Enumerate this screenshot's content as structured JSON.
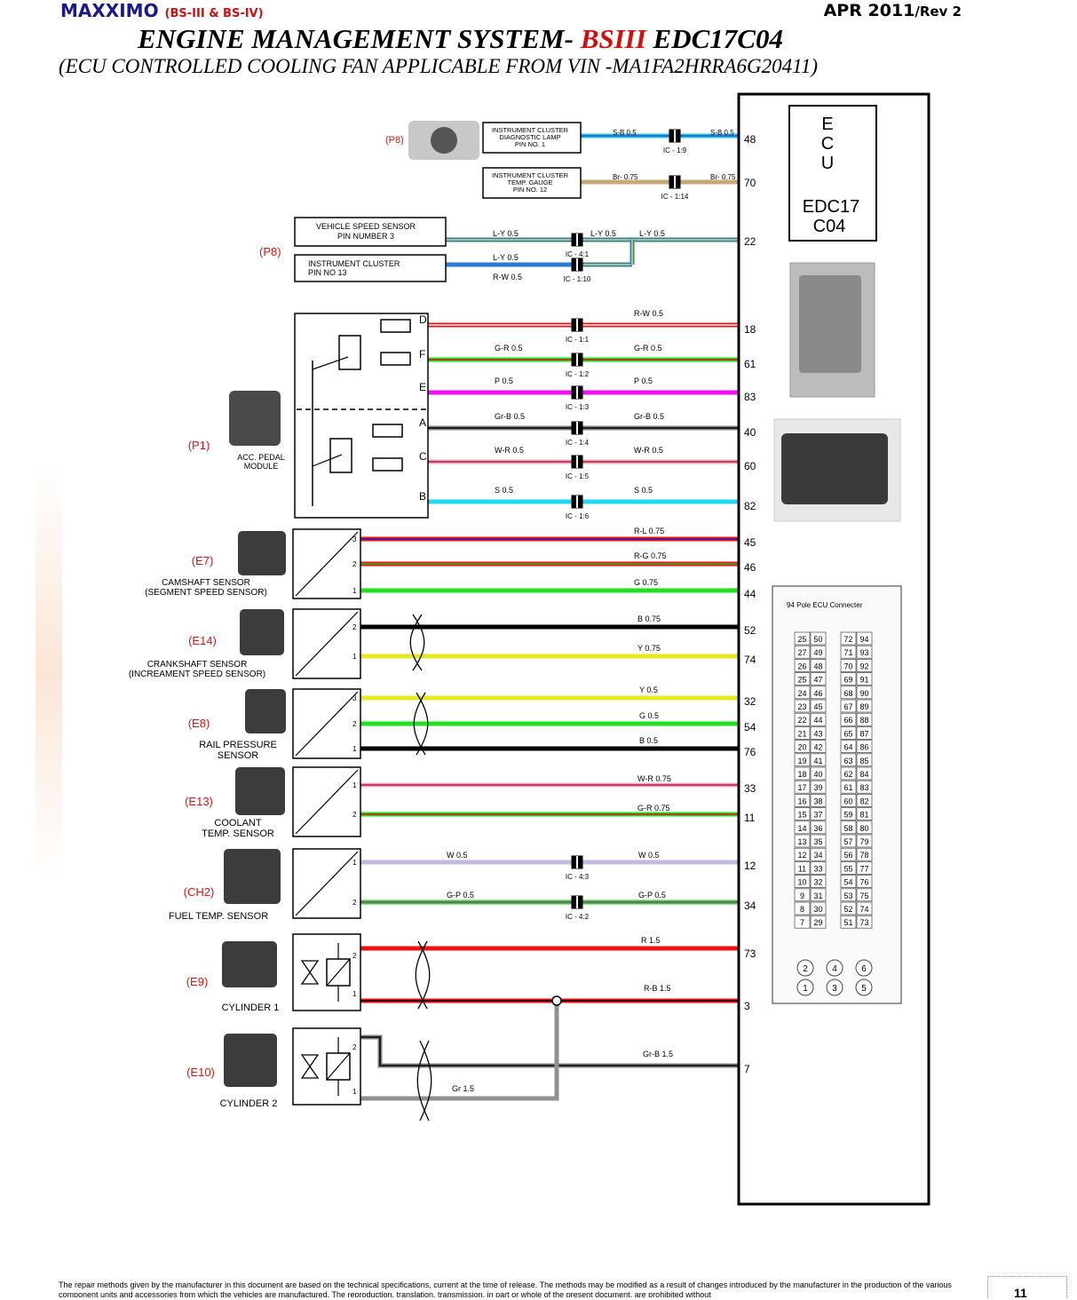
{
  "header": {
    "brand": "MAXXIMO",
    "brand_sub": "(BS-III & BS-IV)",
    "date": "APR 2011",
    "rev": "/Rev 2",
    "title_pre": "ENGINE MANAGEMENT SYSTEM-",
    "title_red": "BSIII",
    "title_post": "EDC17C04",
    "subtitle": "(ECU CONTROLLED COOLING FAN APPLICABLE FROM VIN -MA1FA2HRRA6G20411)"
  },
  "ecu": {
    "e": "E",
    "c": "C",
    "u": "U",
    "model_1": "EDC17",
    "model_2": "C04",
    "connector_title": "94 Pole ECU Connecter"
  },
  "components": {
    "p8_top": "(P8)",
    "cluster_diag": [
      "INSTRUMENT CLUSTER",
      "DIAGNOSTIC LAMP",
      "PIN NO. 1"
    ],
    "cluster_temp": [
      "INSTRUMENT CLUSTER",
      "TEMP. GAUGE",
      "PIN NO. 12"
    ],
    "vss": [
      "VEHICLE SPEED SENSOR",
      "PIN NUMBER 3"
    ],
    "p8_mid": "(P8)",
    "cluster13": [
      "INSTRUMENT CLUSTER",
      "PIN NO 13"
    ],
    "p1": "(P1)",
    "pedal": [
      "ACC. PEDAL",
      "MODULE"
    ],
    "e7": "(E7)",
    "cam": [
      "CAMSHAFT SENSOR",
      "(SEGMENT SPEED SENSOR)"
    ],
    "e14": "(E14)",
    "crank": [
      "CRANKSHAFT SENSOR",
      "(INCREAMENT SPEED SENSOR)"
    ],
    "e8": "(E8)",
    "rail": [
      "RAIL PRESSURE",
      "SENSOR"
    ],
    "e13": "(E13)",
    "coolant": [
      "COOLANT",
      "TEMP. SENSOR"
    ],
    "ch2": "(CH2)",
    "fuel": "FUEL TEMP. SENSOR",
    "e9": "(E9)",
    "cyl1": "CYLINDER 1",
    "e10": "(E10)",
    "cyl2": "CYLINDER 2"
  },
  "pedal_pins": [
    "D",
    "F",
    "E",
    "A",
    "C",
    "B"
  ],
  "wires": [
    {
      "pin": "48",
      "left": "S-B 0.5",
      "right": "S-B 0.5",
      "ic": "IC - 1:9",
      "color": "#20c8e8",
      "stripe": "#3050c0"
    },
    {
      "pin": "70",
      "left": "Br- 0.75",
      "right": "Br- 0.75",
      "ic": "IC - 1:14",
      "color": "#c8a878",
      "stripe": ""
    },
    {
      "pin": "22",
      "left": "L-Y 0.5",
      "mid": "L-Y 0.5",
      "right": "L-Y 0.5",
      "ic": "IC - 4:1",
      "color": "#2a7ad8",
      "stripe": "#e0e020"
    },
    {
      "pin": "",
      "left": "L-Y 0.5",
      "ic": "IC - 1:10",
      "color": "#2a7ad8",
      "stripe": "#e0e020"
    },
    {
      "pin": "",
      "left": "R-W 0.5",
      "color": "#2a7ad8",
      "stripe": ""
    },
    {
      "pin": "18",
      "right": "R-W 0.5",
      "ic": "IC - 1:1",
      "color": "#f01010",
      "stripe": "#ffffff"
    },
    {
      "pin": "61",
      "left": "G-R 0.5",
      "right": "G-R 0.5",
      "ic": "IC - 1:2",
      "color": "#20e020",
      "stripe": "#e01010"
    },
    {
      "pin": "83",
      "left": "P 0.5",
      "right": "P 0.5",
      "ic": "IC - 1:3",
      "color": "#f010f0",
      "stripe": ""
    },
    {
      "pin": "40",
      "left": "Gr-B 0.5",
      "right": "Gr-B 0.5",
      "ic": "IC - 1:4",
      "color": "#808080",
      "stripe": "#000000"
    },
    {
      "pin": "60",
      "left": "W-R 0.5",
      "right": "W-R 0.5",
      "ic": "IC - 1:5",
      "color": "#d8b0d8",
      "stripe": "#e01010"
    },
    {
      "pin": "82",
      "left": "S 0.5",
      "right": "S 0.5",
      "ic": "IC - 1:6",
      "color": "#20d8f0",
      "stripe": ""
    },
    {
      "pin": "45",
      "right": "R-L 0.75",
      "color": "#f01010",
      "stripe": "#2020c0"
    },
    {
      "pin": "46",
      "right": "R-G 0.75",
      "color": "#f01010",
      "stripe": "#20c020"
    },
    {
      "pin": "44",
      "right": "G 0.75",
      "color": "#20e020",
      "stripe": ""
    },
    {
      "pin": "52",
      "right": "B 0.75",
      "color": "#000000",
      "stripe": ""
    },
    {
      "pin": "74",
      "right": "Y 0.75",
      "color": "#e8e820",
      "stripe": ""
    },
    {
      "pin": "32",
      "right": "Y 0.5",
      "color": "#e8e820",
      "stripe": ""
    },
    {
      "pin": "54",
      "right": "G 0.5",
      "color": "#20e020",
      "stripe": ""
    },
    {
      "pin": "76",
      "right": "B 0.5",
      "color": "#000000",
      "stripe": ""
    },
    {
      "pin": "33",
      "right": "W-R 0.75",
      "color": "#d8b0d8",
      "stripe": "#e01010"
    },
    {
      "pin": "11",
      "right": "G-R 0.75",
      "color": "#20e020",
      "stripe": "#e01010"
    },
    {
      "pin": "12",
      "left": "W 0.5",
      "right": "W 0.5",
      "ic": "IC - 4:3",
      "color": "#c8b8e0",
      "stripe": ""
    },
    {
      "pin": "34",
      "left": "G-P 0.5",
      "right": "G-P 0.5",
      "ic": "IC - 4:2",
      "color": "#20e020",
      "stripe": "#c020c0"
    },
    {
      "pin": "73",
      "right": "R 1.5",
      "color": "#f01010",
      "stripe": ""
    },
    {
      "pin": "3",
      "right": "R-B 1.5",
      "color": "#f01010",
      "stripe": "#000000"
    },
    {
      "pin": "7",
      "right": "Gr-B 1.5",
      "color": "#808080",
      "stripe": "#000000"
    },
    {
      "pin": "",
      "left": "Gr 1.5",
      "color": "#909090",
      "stripe": ""
    }
  ],
  "connector_grid": {
    "left": [
      [
        "25",
        "50"
      ],
      [
        "27",
        "49"
      ],
      [
        "26",
        "48"
      ],
      [
        "25",
        "47"
      ],
      [
        "24",
        "46"
      ],
      [
        "23",
        "45"
      ],
      [
        "22",
        "44"
      ],
      [
        "21",
        "43"
      ],
      [
        "20",
        "42"
      ],
      [
        "19",
        "41"
      ],
      [
        "18",
        "40"
      ],
      [
        "17",
        "39"
      ],
      [
        "16",
        "38"
      ],
      [
        "15",
        "37"
      ],
      [
        "14",
        "36"
      ],
      [
        "13",
        "35"
      ],
      [
        "12",
        "34"
      ],
      [
        "11",
        "33"
      ],
      [
        "10",
        "32"
      ],
      [
        "9",
        "31"
      ],
      [
        "8",
        "30"
      ],
      [
        "7",
        "29"
      ]
    ],
    "right": [
      [
        "72",
        "94"
      ],
      [
        "71",
        "93"
      ],
      [
        "70",
        "92"
      ],
      [
        "69",
        "91"
      ],
      [
        "68",
        "90"
      ],
      [
        "67",
        "89"
      ],
      [
        "66",
        "88"
      ],
      [
        "65",
        "87"
      ],
      [
        "64",
        "86"
      ],
      [
        "63",
        "85"
      ],
      [
        "62",
        "84"
      ],
      [
        "61",
        "83"
      ],
      [
        "60",
        "82"
      ],
      [
        "59",
        "81"
      ],
      [
        "58",
        "80"
      ],
      [
        "57",
        "79"
      ],
      [
        "56",
        "78"
      ],
      [
        "55",
        "77"
      ],
      [
        "54",
        "76"
      ],
      [
        "53",
        "75"
      ],
      [
        "52",
        "74"
      ],
      [
        "51",
        "73"
      ]
    ],
    "bottom": [
      [
        "2",
        "4",
        "6"
      ],
      [
        "1",
        "3",
        "5"
      ]
    ]
  },
  "footer": {
    "text": "The repair methods given by the manufacturer in this document are based on the technical specifications, current at the time of release. The methods may be modified as a result of changes introduced by the manufacturer in the production of the various component units and accessories from which the vehicles are manufactured. The reproduction, translation, transmission, in part or whole of the present document, are prohibited without",
    "page": "11"
  }
}
